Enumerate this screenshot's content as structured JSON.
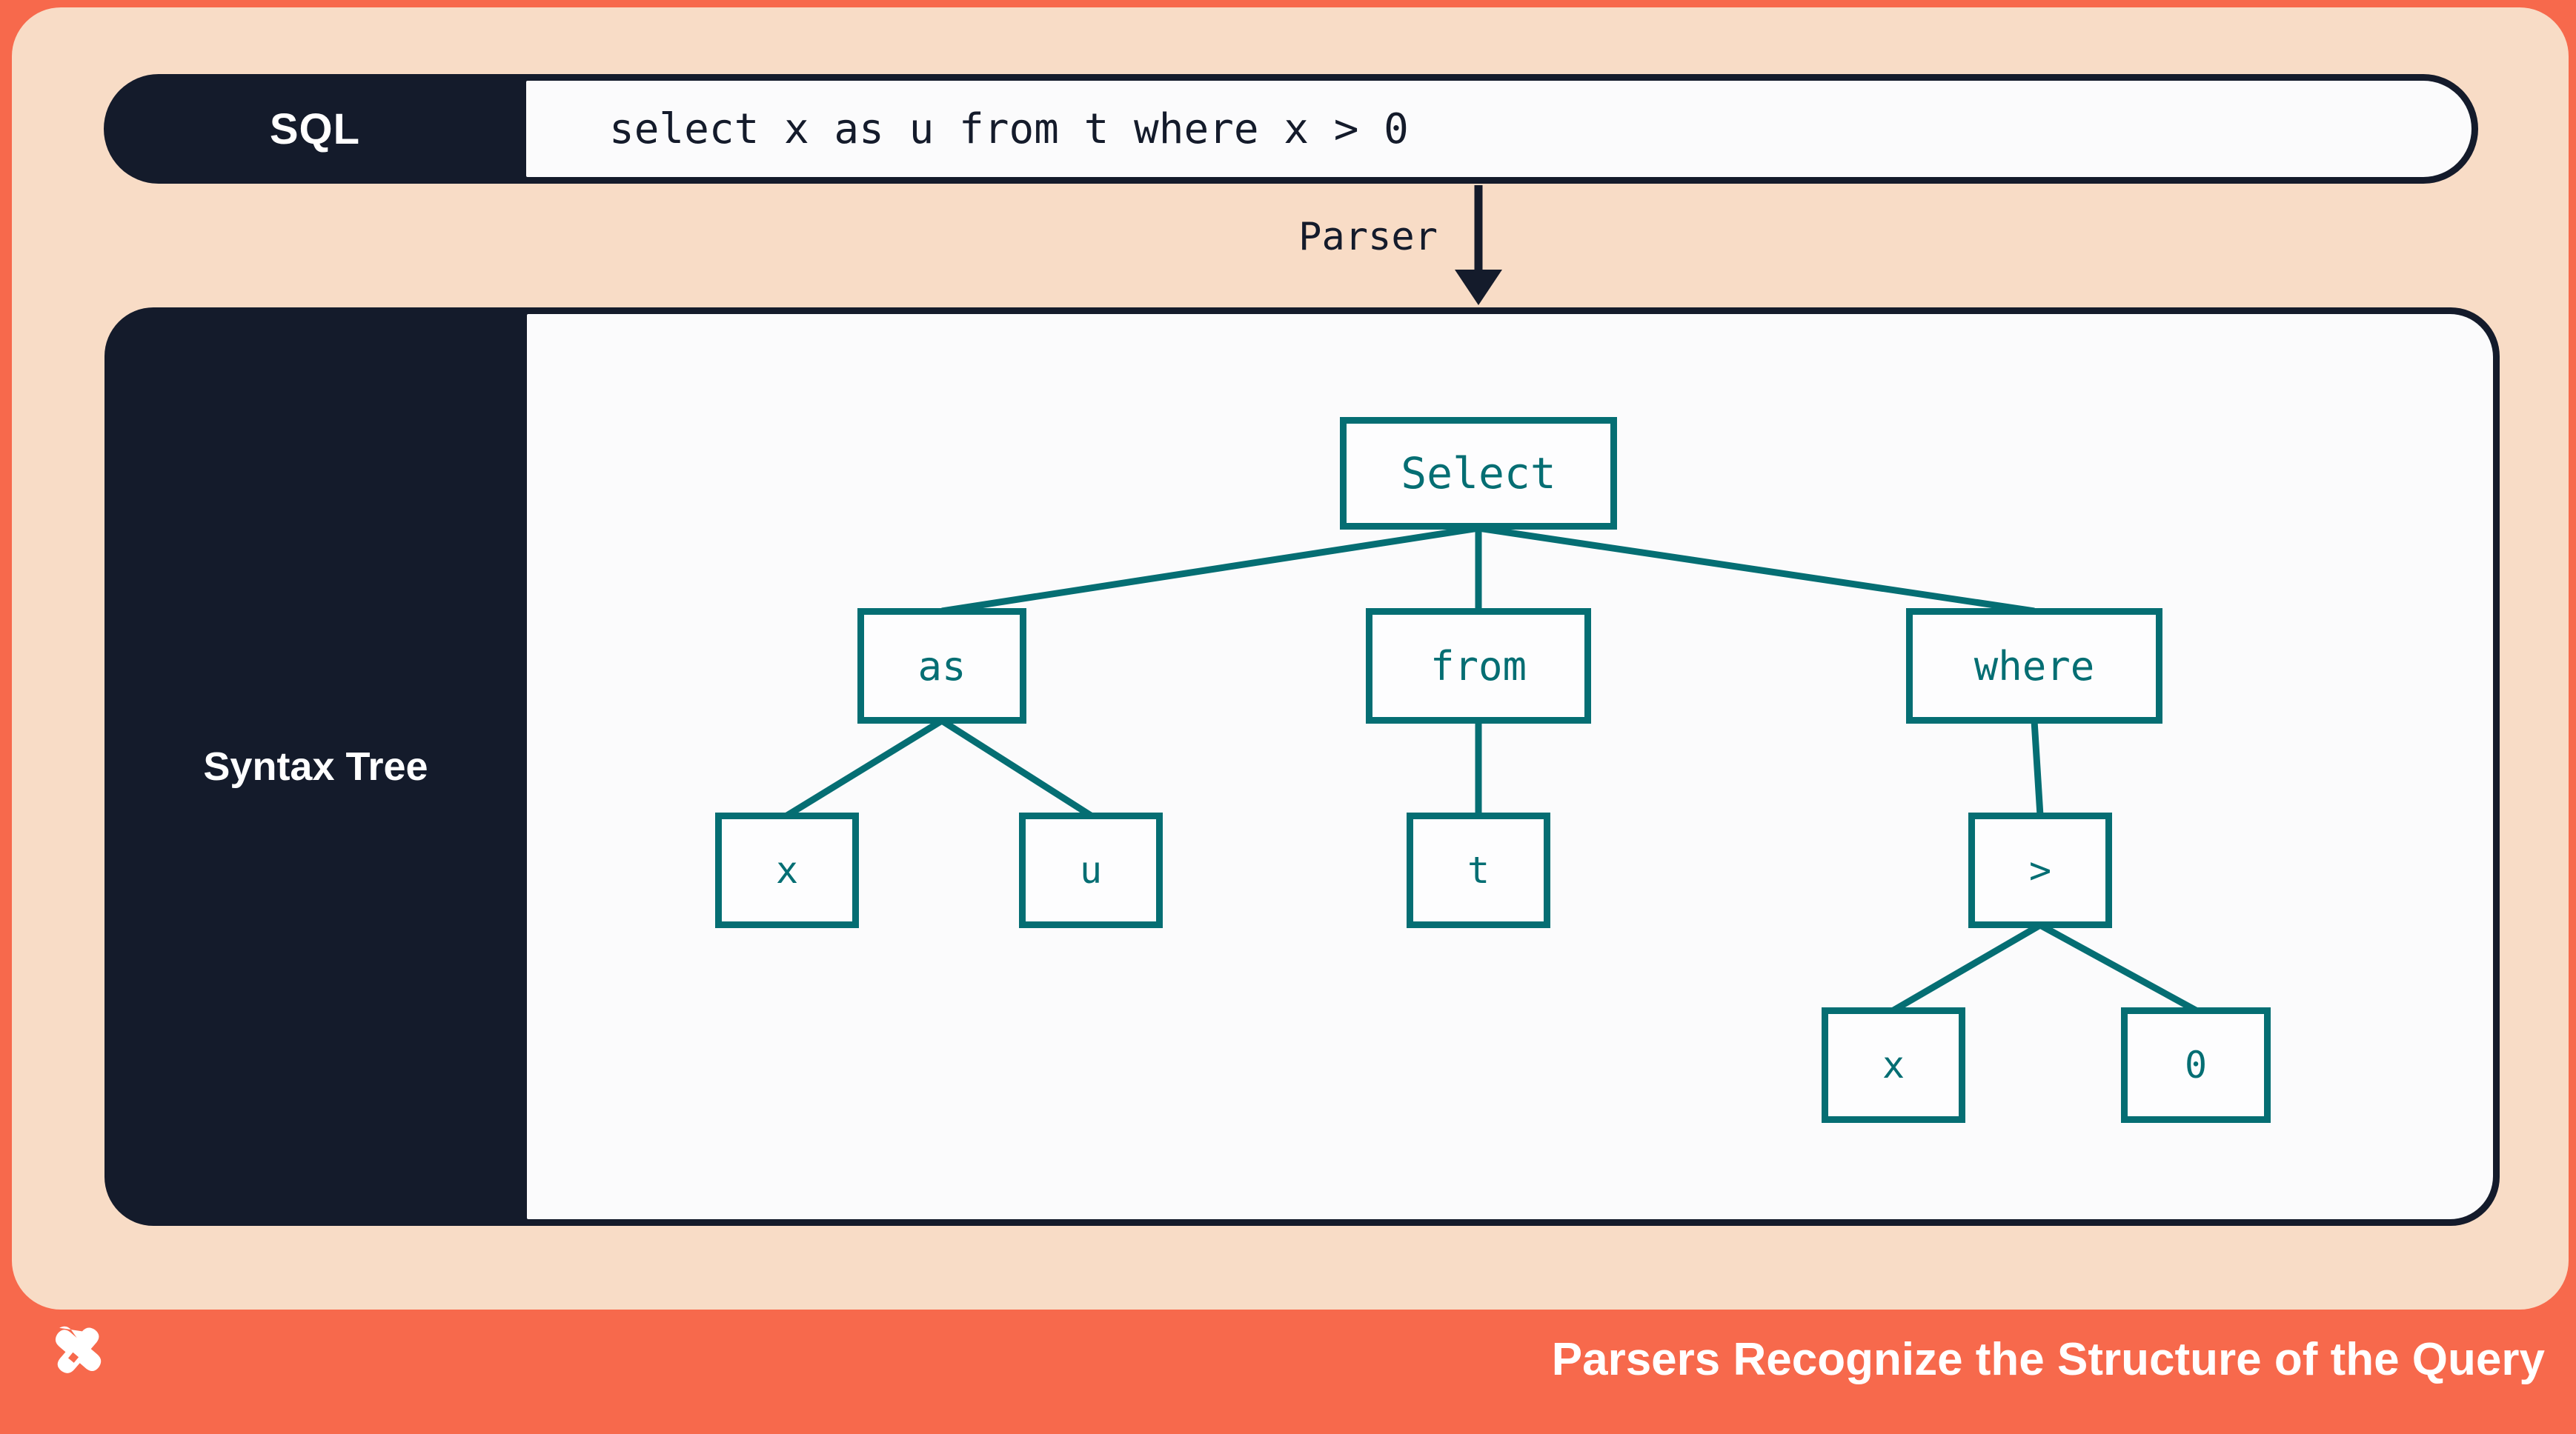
{
  "sql_bar": {
    "label": "SQL",
    "query": "select x as u from t where x > 0"
  },
  "parser": {
    "label": "Parser"
  },
  "tree": {
    "panel_label": "Syntax Tree",
    "nodes": {
      "root": "Select",
      "as": "as",
      "from": "from",
      "where": "where",
      "as_left": "x",
      "as_right": "u",
      "from_child": "t",
      "where_child": ">",
      "gt_left": "x",
      "gt_right": "0"
    },
    "edges": [
      [
        "Select",
        "as"
      ],
      [
        "Select",
        "from"
      ],
      [
        "Select",
        "where"
      ],
      [
        "as",
        "x"
      ],
      [
        "as",
        "u"
      ],
      [
        "from",
        "t"
      ],
      [
        "where",
        ">"
      ],
      [
        ">",
        "x"
      ],
      [
        ">",
        "0"
      ]
    ]
  },
  "footer": {
    "caption": "Parsers Recognize the Structure of the Query",
    "logo": "four-point-star-logo"
  },
  "colors": {
    "coral": "#F7694C",
    "peach": "#F8DCC6",
    "navy": "#141B2B",
    "teal": "#056E73",
    "panel_white": "#FBFBFC"
  }
}
